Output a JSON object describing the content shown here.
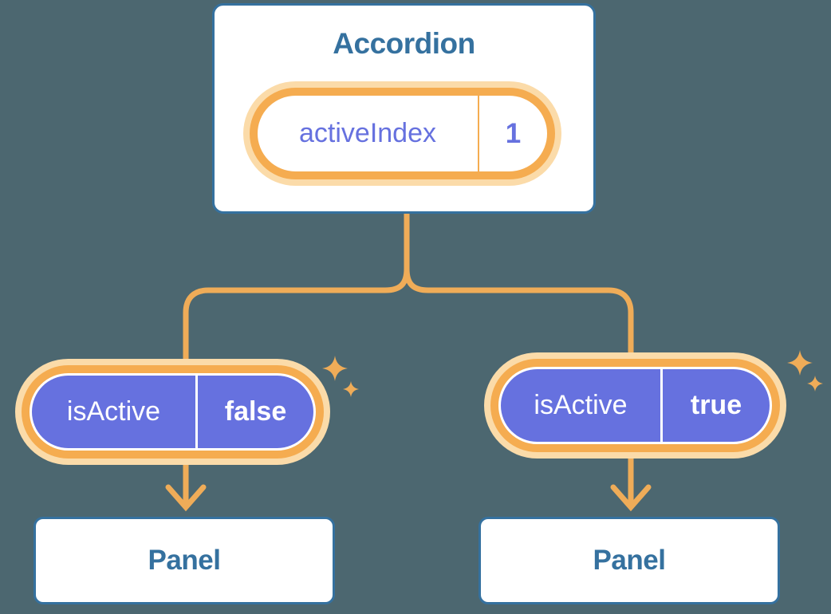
{
  "colors": {
    "bg": "#4C6770",
    "blue": "#35719F",
    "orange": "#F5AC50",
    "orange-line": "#EFAC58",
    "halo": "#FBDBA9",
    "purple": "#6671DF",
    "white": "#FFFFFF"
  },
  "diagram": {
    "root": {
      "title": "Accordion",
      "prop": {
        "name": "activeIndex",
        "value": "1"
      }
    },
    "children": [
      {
        "prop": {
          "name": "isActive",
          "value": "false"
        },
        "panel_label": "Panel"
      },
      {
        "prop": {
          "name": "isActive",
          "value": "true"
        },
        "panel_label": "Panel"
      }
    ]
  }
}
